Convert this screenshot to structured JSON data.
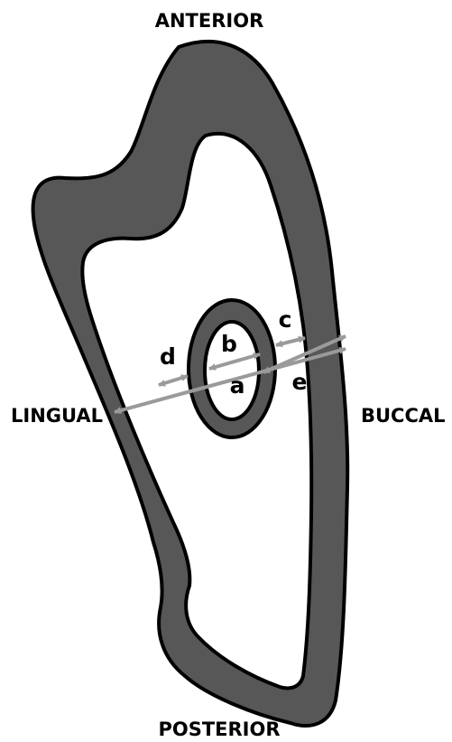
{
  "labels": {
    "anterior": "ANTERIOR",
    "posterior": "POSTERIOR",
    "lingual": "LINGUAL",
    "buccal": "BUCCAL"
  },
  "measurements": {
    "a": "a",
    "b": "b",
    "c": "c",
    "d": "d",
    "e": "e"
  },
  "colors": {
    "tissue": "#575757",
    "outline": "#000000",
    "arrow": "#9a9a9a",
    "background": "#ffffff"
  }
}
